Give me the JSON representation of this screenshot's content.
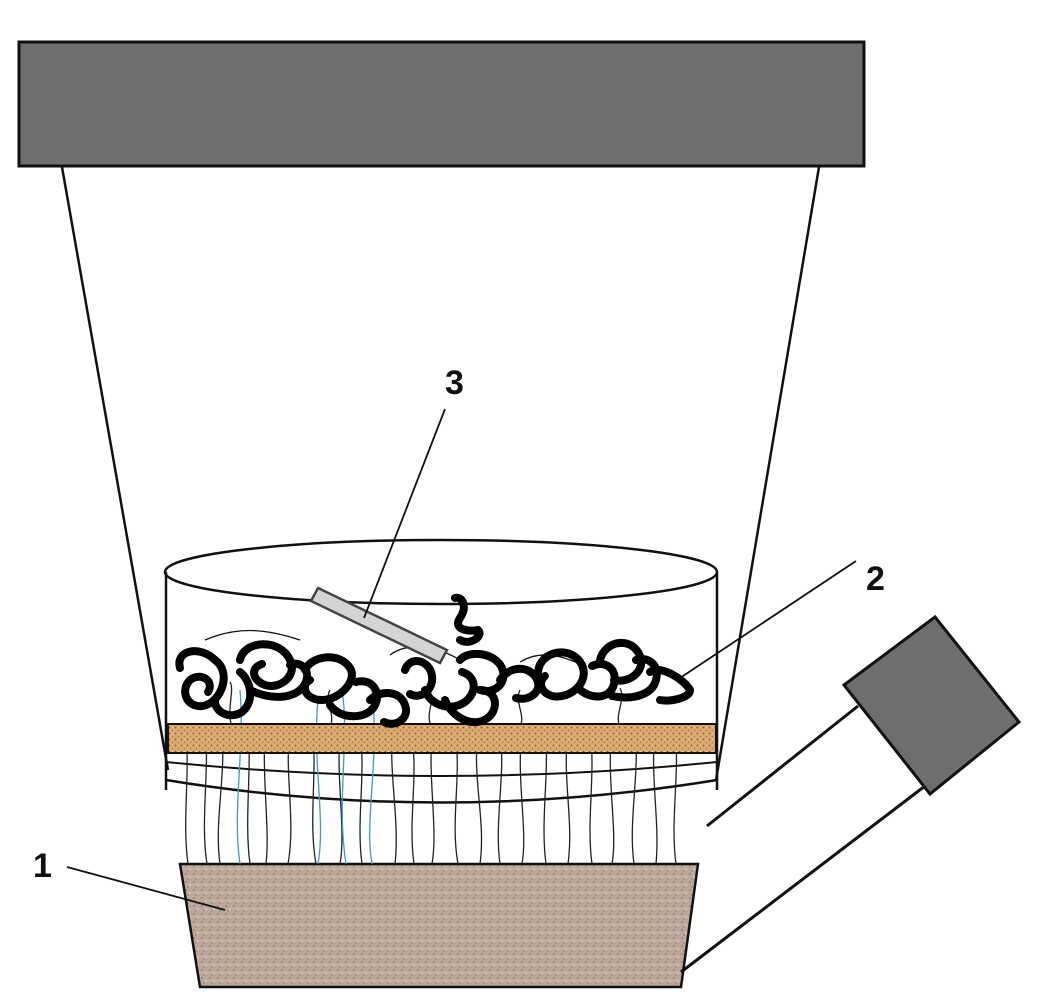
{
  "diagram": {
    "callouts": [
      {
        "id": "1",
        "label": "1"
      },
      {
        "id": "2",
        "label": "2"
      },
      {
        "id": "3",
        "label": "3"
      }
    ]
  },
  "colors": {
    "lamp_fill": "#6e6e6e",
    "outline": "#111111",
    "soil_fill": "#bca99c",
    "mesh_fill": "#d9aa72",
    "mesh_dot": "#8a5a2c",
    "root_black": "#222222",
    "root_blue": "#3a9cc9",
    "probe_fill": "#d4d4d4",
    "clump_stroke": "#000000"
  }
}
